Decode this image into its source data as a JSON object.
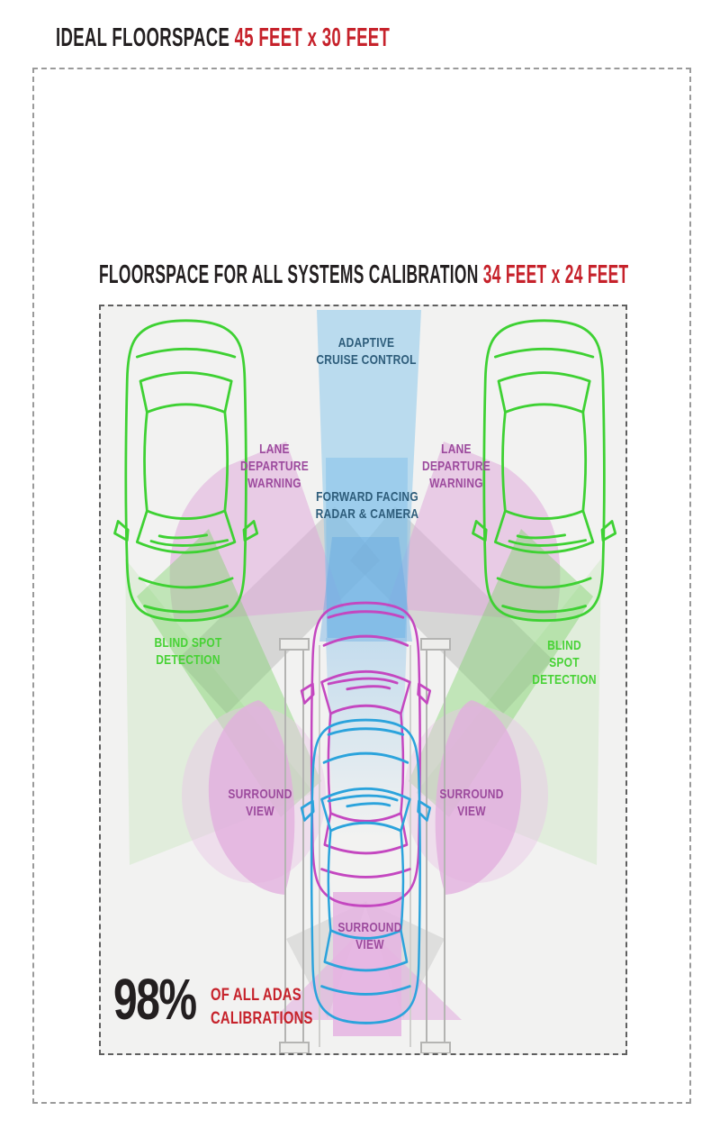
{
  "titles": {
    "ideal": {
      "label": "IDEAL FLOORSPACE",
      "dimensions": "45 FEET x 30 FEET"
    },
    "calibration": {
      "label": "FLOORSPACE FOR ALL SYSTEMS CALIBRATION",
      "dimensions": "34 FEET x 24 FEET"
    }
  },
  "diagram": {
    "labels": {
      "adaptive_cruise": "ADAPTIVE\nCRUISE CONTROL",
      "lane_departure_left": "LANE\nDEPARTURE\nWARNING",
      "lane_departure_right": "LANE\nDEPARTURE\nWARNING",
      "forward_radar": "FORWARD FACING\nRADAR & CAMERA",
      "blind_spot_left": "BLIND SPOT\nDETECTION",
      "blind_spot_right": "BLIND SPOT\nDETECTION",
      "surround_left": "SURROUND\nVIEW",
      "surround_right": "SURROUND\nVIEW",
      "surround_bottom": "SURROUND\nVIEW"
    },
    "stat": {
      "value": "98%",
      "caption": "OF ALL ADAS\nCALIBRATIONS"
    }
  },
  "colors": {
    "heading_black": "#231f20",
    "accent_red": "#c6222b",
    "car_green": "#3ed133",
    "car_magenta": "#c447c0",
    "car_blue": "#2ba3dc",
    "zone_blue": "#a9d4ee",
    "zone_pink": "#e9c4e4",
    "zone_green": "#b4e8a4",
    "label_blue": "#2d5c7a",
    "label_purple": "#9c4a9d",
    "label_green": "#47d235",
    "background_inner": "#f2f2f1",
    "dash_outer": "#9a9a9a",
    "dash_inner": "#5f5f5f"
  }
}
